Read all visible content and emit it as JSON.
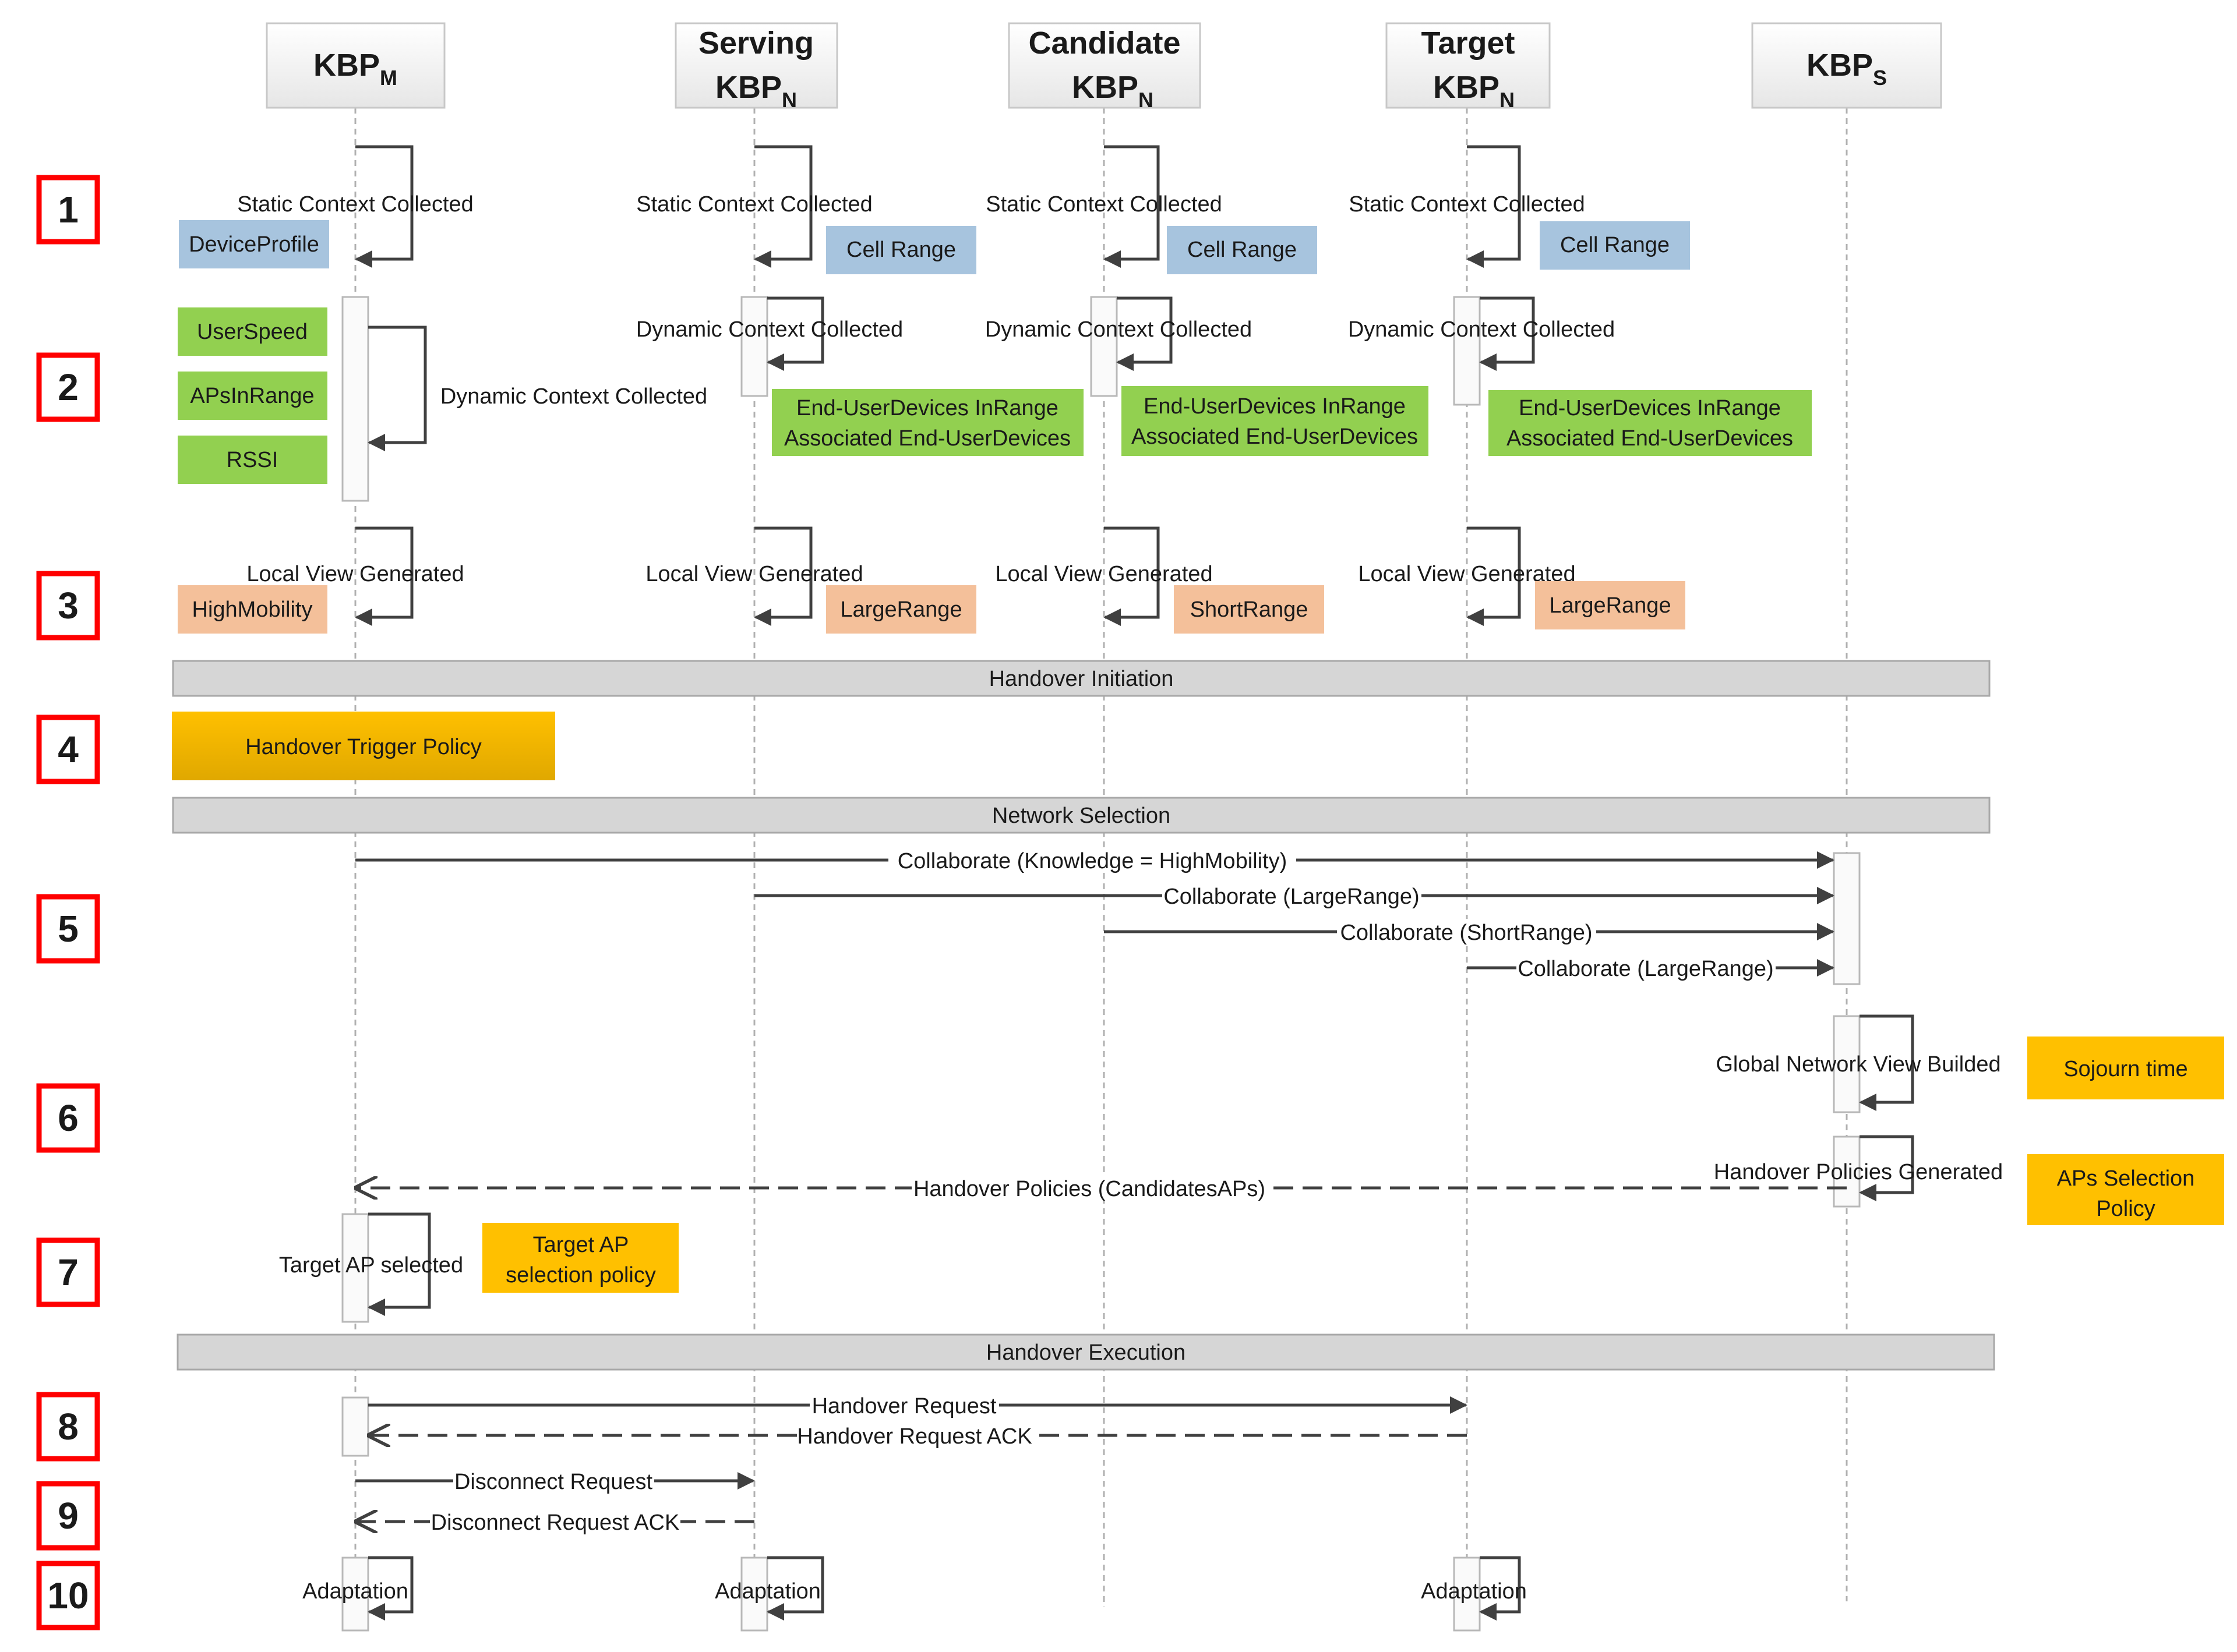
{
  "actors": [
    {
      "line1": "",
      "base": "KBP",
      "sub": "M"
    },
    {
      "line1": "Serving",
      "base": "KBP",
      "sub": "N"
    },
    {
      "line1": "Candidate",
      "base": "KBP",
      "sub": "N"
    },
    {
      "line1": "Target",
      "base": "KBP",
      "sub": "N"
    },
    {
      "line1": "",
      "base": "KBP",
      "sub": "S"
    }
  ],
  "steps": [
    "1",
    "2",
    "3",
    "4",
    "5",
    "6",
    "7",
    "8",
    "9",
    "10"
  ],
  "phases": [
    "Handover Initiation",
    "Network Selection",
    "Handover Execution"
  ],
  "self_labels": {
    "static": "Static Context Collected",
    "dynamic": "Dynamic Context Collected",
    "local": "Local View Generated",
    "global": "Global Network View Builded",
    "policies": "Handover Policies Generated",
    "target_ap": "Target AP selected",
    "adaptation": "Adaptation"
  },
  "boxes": {
    "device_profile": "DeviceProfile",
    "cell_range": "Cell Range",
    "user_speed": "UserSpeed",
    "aps_in_range": "APsInRange",
    "rssi": "RSSI",
    "enduser_line1": "End-UserDevices InRange",
    "enduser_line2": "Associated End-UserDevices",
    "high_mobility": "HighMobility",
    "large_range": "LargeRange",
    "short_range": "ShortRange",
    "trigger_policy": "Handover Trigger Policy",
    "sojourn": "Sojourn time",
    "aps_selection_line1": "APs Selection",
    "aps_selection_line2": "Policy",
    "target_ap_policy_line1": "Target AP",
    "target_ap_policy_line2": "selection policy"
  },
  "messages": {
    "collab_m": "Collaborate (Knowledge = HighMobility)",
    "collab_serving": "Collaborate (LargeRange)",
    "collab_candidate": "Collaborate (ShortRange)",
    "collab_target": "Collaborate (LargeRange)",
    "handover_policies": "Handover Policies (CandidatesAPs)",
    "handover_request": "Handover Request",
    "handover_request_ack": "Handover Request ACK",
    "disconnect_request": "Disconnect Request",
    "disconnect_request_ack": "Disconnect Request ACK"
  },
  "colors": {
    "blue": "#a7c4de",
    "green": "#92d050",
    "peach": "#f4c09a",
    "gold": "#ffc000",
    "step_border": "#ff0000",
    "phase_bar": "#d6d6d6",
    "arrow": "#404040"
  }
}
